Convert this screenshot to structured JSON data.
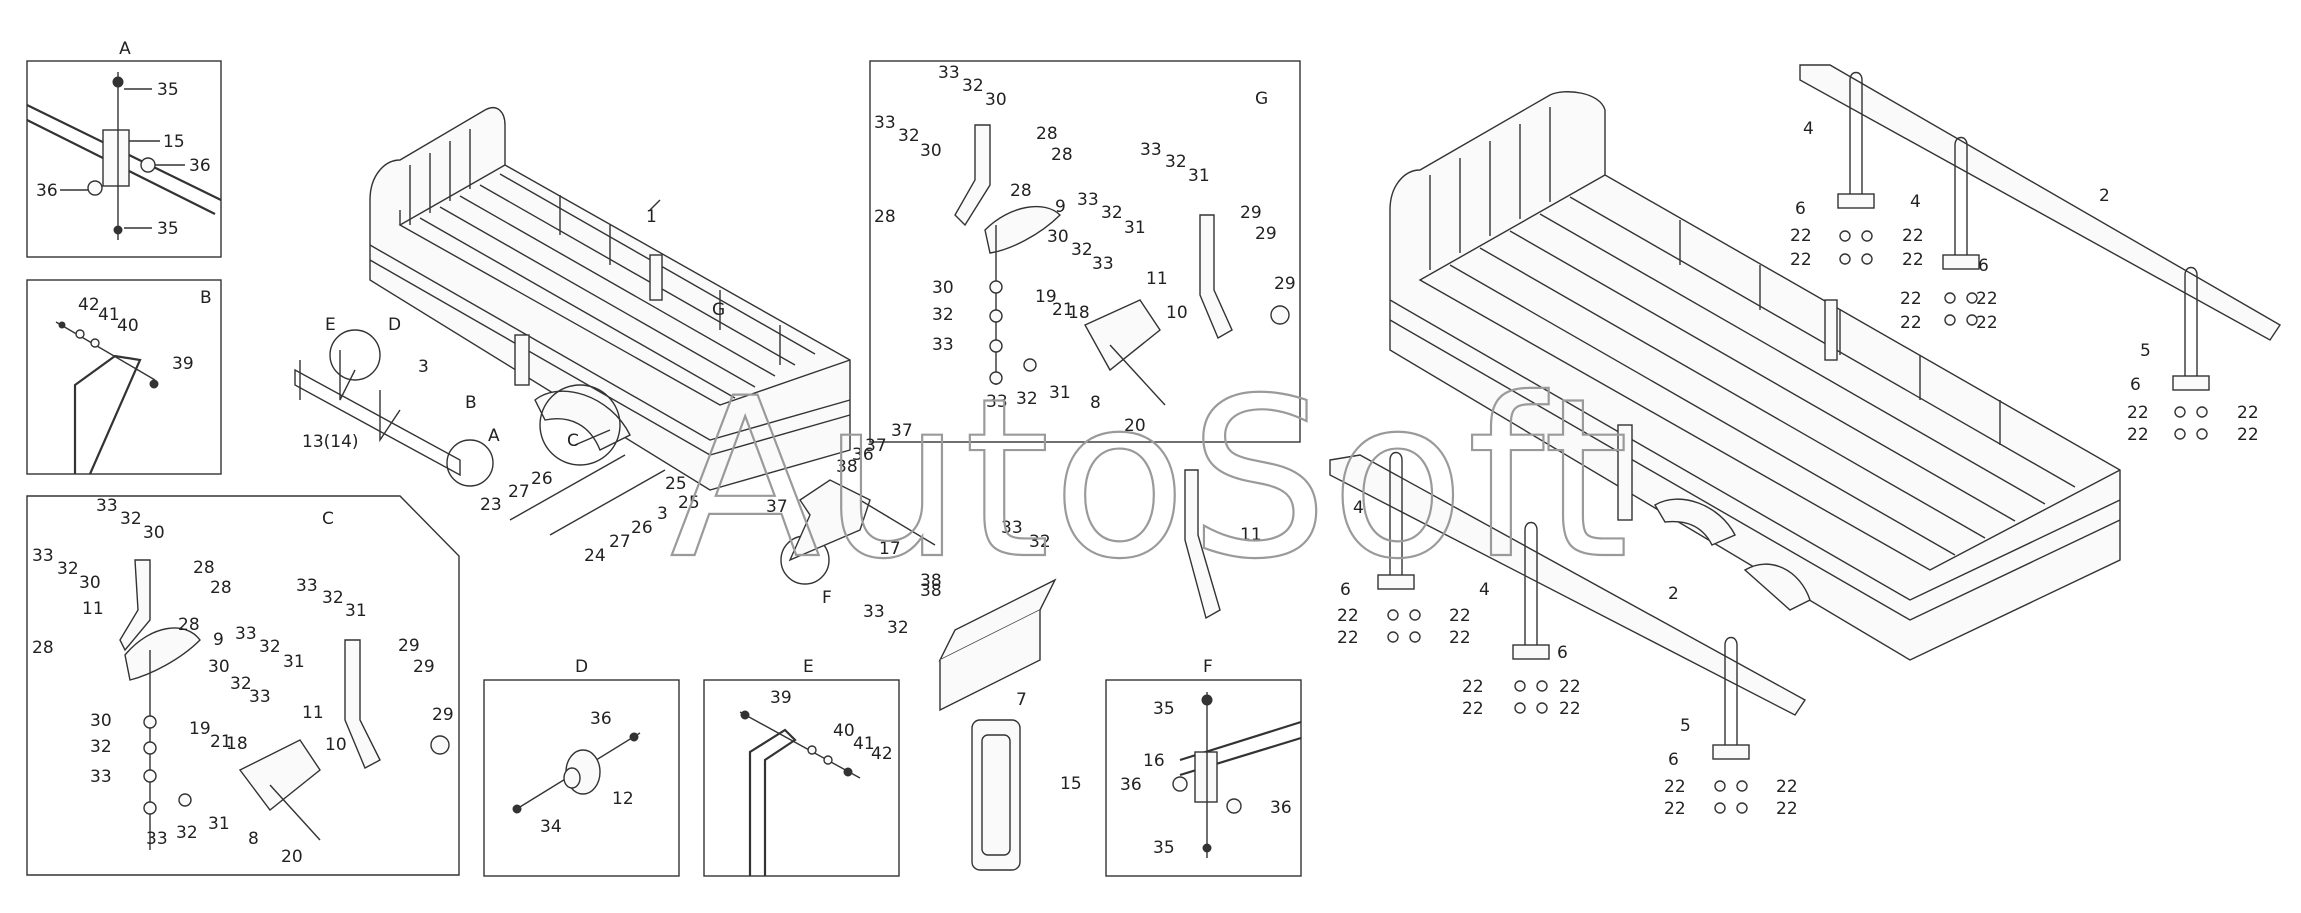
{
  "watermark": "AutoSoft",
  "panels": {
    "A": {
      "title": "A",
      "labels": [
        "35",
        "15",
        "36",
        "36",
        "35"
      ]
    },
    "B": {
      "title": "B",
      "labels": [
        "42",
        "41",
        "40",
        "39"
      ]
    },
    "C": {
      "title": "C",
      "labels": [
        "33",
        "32",
        "30",
        "33",
        "32",
        "30",
        "28",
        "28",
        "11",
        "28",
        "28",
        "9",
        "33",
        "32",
        "31",
        "33",
        "32",
        "31",
        "30",
        "32",
        "33",
        "29",
        "29",
        "11",
        "30",
        "32",
        "33",
        "19",
        "21",
        "18",
        "10",
        "29",
        "31",
        "8",
        "20",
        "33",
        "32"
      ]
    },
    "D": {
      "title": "D",
      "labels": [
        "36",
        "12",
        "34"
      ]
    },
    "E": {
      "title": "E",
      "labels": [
        "39",
        "40",
        "41",
        "42"
      ]
    },
    "F": {
      "title": "F",
      "labels": [
        "35",
        "16",
        "36",
        "36",
        "35"
      ]
    },
    "G": {
      "title": "G",
      "labels": [
        "33",
        "32",
        "30",
        "33",
        "32",
        "30",
        "28",
        "28",
        "28",
        "28",
        "9",
        "30",
        "32",
        "33",
        "33",
        "32",
        "31",
        "33",
        "32",
        "31",
        "29",
        "29",
        "11",
        "30",
        "32",
        "33",
        "19",
        "21",
        "18",
        "10",
        "29",
        "31",
        "33",
        "32",
        "8",
        "20"
      ]
    }
  },
  "main_left": {
    "labels": [
      "1",
      "E",
      "D",
      "3",
      "B",
      "A",
      "C",
      "13(14)",
      "27",
      "26",
      "25",
      "25",
      "23",
      "26",
      "3",
      "24",
      "27",
      "37",
      "37",
      "36",
      "38",
      "37",
      "17",
      "38",
      "38",
      "33",
      "32",
      "33",
      "32",
      "7",
      "15",
      "11",
      "F",
      "G"
    ]
  },
  "main_right": {
    "labels": [
      "4",
      "6",
      "22",
      "22",
      "22",
      "22",
      "4",
      "6",
      "22",
      "22",
      "22",
      "22",
      "2",
      "5",
      "6",
      "22",
      "22",
      "22",
      "22",
      "4",
      "6",
      "22",
      "22",
      "22",
      "22",
      "4",
      "6",
      "22",
      "22",
      "22",
      "22",
      "2",
      "5",
      "6",
      "22",
      "22",
      "22",
      "22"
    ]
  }
}
